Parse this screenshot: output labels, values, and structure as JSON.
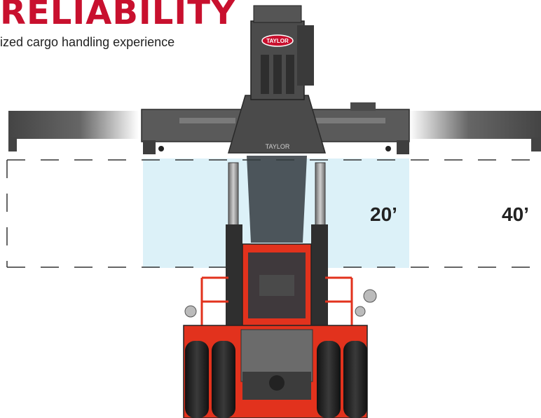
{
  "hero": {
    "headline": "RELIABILITY",
    "tagline": "ized cargo handling experience"
  },
  "machine": {
    "brand_badge": "TAYLOR",
    "spreader_brand": "TAYLOR"
  },
  "container_sizes": {
    "size_20": "20’",
    "size_40": "40’"
  },
  "colors": {
    "headline": "#c8102e",
    "body_red": "#e2321d",
    "spreader_gray": "#5a5a5a",
    "container_zone": "#d6eef7"
  }
}
